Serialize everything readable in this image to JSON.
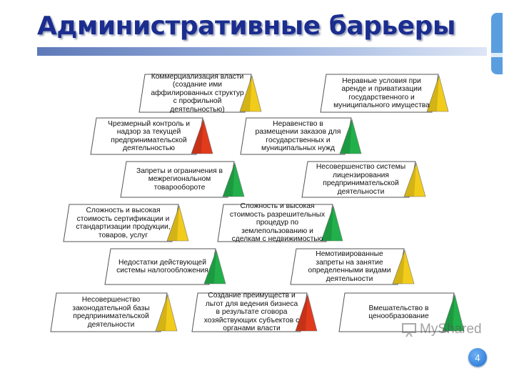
{
  "slide": {
    "title": "Административные барьеры",
    "page_number": "4",
    "watermark": "MyShared"
  },
  "colors": {
    "title": "#1b2d8f",
    "yellow": "#f2cc1a",
    "red": "#e23a1c",
    "green": "#22b04b"
  },
  "barriers": [
    {
      "text": "Коммерциализация власти (создание ими аффилированных структур с профильной деятельностью)",
      "color": "yellow"
    },
    {
      "text": "Неравные условия при аренде и приватизации государственного и муниципального имущества",
      "color": "yellow"
    },
    {
      "text": "Чрезмерный контроль и надзор за текущей предпринимательской деятельностью",
      "color": "red"
    },
    {
      "text": "Неравенство в размещении заказов для государственных и муниципальных нужд",
      "color": "green"
    },
    {
      "text": "Запреты и ограничения в межрегиональном товарообороте",
      "color": "green"
    },
    {
      "text": "Несовершенство системы лицензирования предпринимательской деятельности",
      "color": "yellow"
    },
    {
      "text": "Сложность и высокая стоимость сертификации и стандартизации продукции, товаров, услуг",
      "color": "yellow"
    },
    {
      "text": "Сложность и высокая стоимость разрешительных процедур по землепользованию и сделкам с недвижимостью",
      "color": "green"
    },
    {
      "text": "Недостатки действующей системы налогообложения",
      "color": "green"
    },
    {
      "text": "Немотивированные запреты на занятие определенными видами деятельности",
      "color": "yellow"
    },
    {
      "text": "Несовершенство законодательной базы предпринимательской деятельности",
      "color": "yellow"
    },
    {
      "text": "Создание преимуществ и льгот для ведения бизнеса в результате сговора хозяйствующих субъектов с органами власти",
      "color": "red"
    },
    {
      "text": "Вмешательство в ценообразование",
      "color": "green"
    }
  ]
}
